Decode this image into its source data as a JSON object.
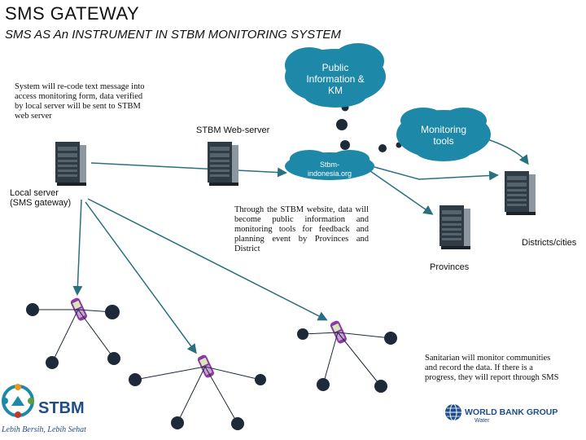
{
  "title": "SMS GATEWAY",
  "subtitle": "SMS AS An INSTRUMENT IN STBM MONITORING SYSTEM",
  "clouds": {
    "public_info": "Public Information & KM",
    "monitoring": "Monitoring tools",
    "website": "Stbm-indonesia.org"
  },
  "notes": {
    "recode": "System will re-code text message into access monitoring form, data verified by local server will be sent to STBM web server",
    "website": "Through the STBM website, data will become public information and monitoring tools for feedback and planning event by Provinces and District",
    "sanitarian": "Sanitarian will monitor communities and record the data. If there is a progress, they will report through SMS"
  },
  "labels": {
    "local_server": "Local server (SMS gateway)",
    "web_server": "STBM Web-server",
    "districts": "Districts/cities",
    "provinces": "Provinces"
  },
  "logos": {
    "stbm": "STBM",
    "stbm_tagline": "Lebih Bersih, Lebih Sehat",
    "worldbank": "WORLD BANK GROUP",
    "worldbank_sub": "Water"
  },
  "colors": {
    "cloud": "#1e88a8",
    "node": "#1e2a3a",
    "line": "#2a7080",
    "phone_body": "#8a3aa0",
    "server_dark": "#2f3b45",
    "server_light": "#9aa5ad"
  }
}
